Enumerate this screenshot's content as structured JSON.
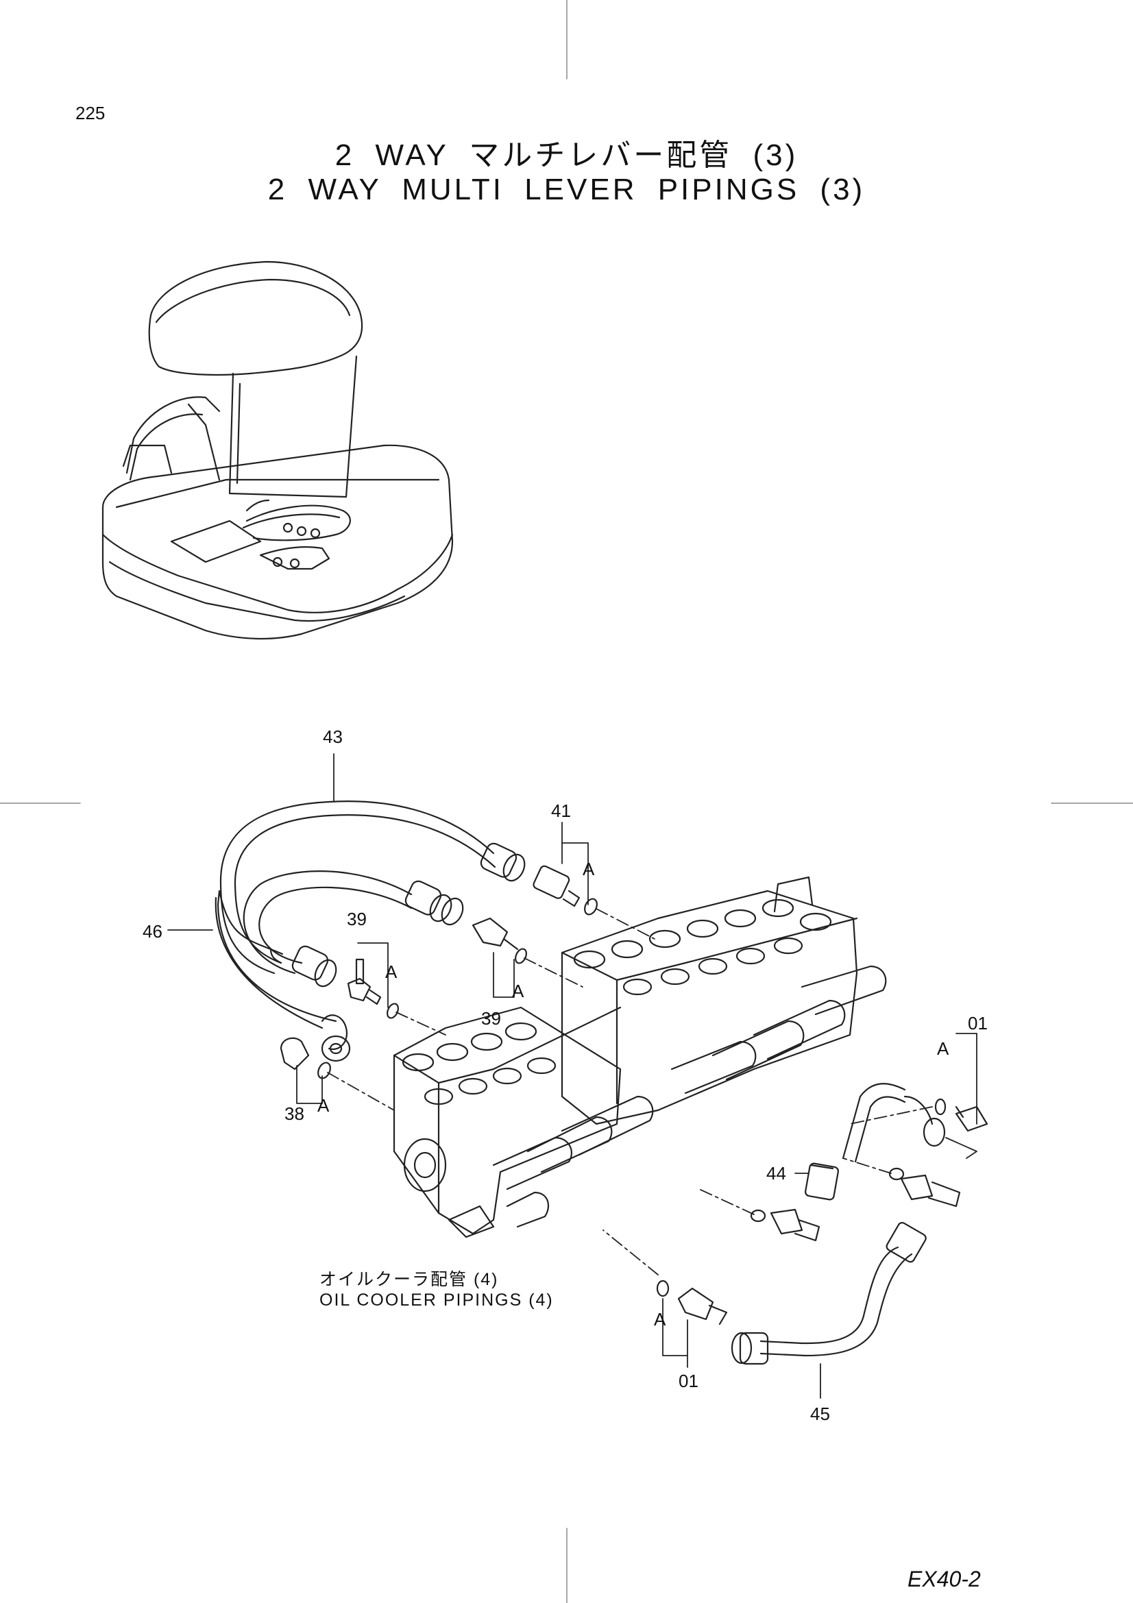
{
  "page_number": "225",
  "title_jp": "2 WAY マルチレバー配管 (3)",
  "title_en": "2 WAY MULTI LEVER PIPINGS (3)",
  "callouts": {
    "c43": "43",
    "c41": "41",
    "c46": "46",
    "c39_upper": "39",
    "c39_lower": "39",
    "c38": "38",
    "c01_right": "01",
    "c44": "44",
    "c01_bottom": "01",
    "c45": "45",
    "a1": "A",
    "a2": "A",
    "a3": "A",
    "a4": "A",
    "a5": "A",
    "a6": "A"
  },
  "reference": {
    "jp": "オイルクーラ配管 (4)",
    "en": "OIL COOLER PIPINGS (4)"
  },
  "model": "EX40-2"
}
